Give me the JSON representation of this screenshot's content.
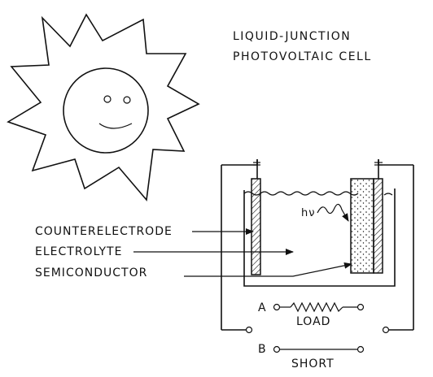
{
  "title": {
    "line1": "LIQUID-JUNCTION",
    "line2": "PHOTOVOLTAIC CELL"
  },
  "labels": {
    "counterelectrode": "COUNTERELECTRODE",
    "electrolyte": "ELECTROLYTE",
    "semiconductor": "SEMICONDUCTOR",
    "light": "hν"
  },
  "circuit": {
    "a_label": "A",
    "load_label": "LOAD",
    "b_label": "B",
    "short_label": "SHORT"
  }
}
